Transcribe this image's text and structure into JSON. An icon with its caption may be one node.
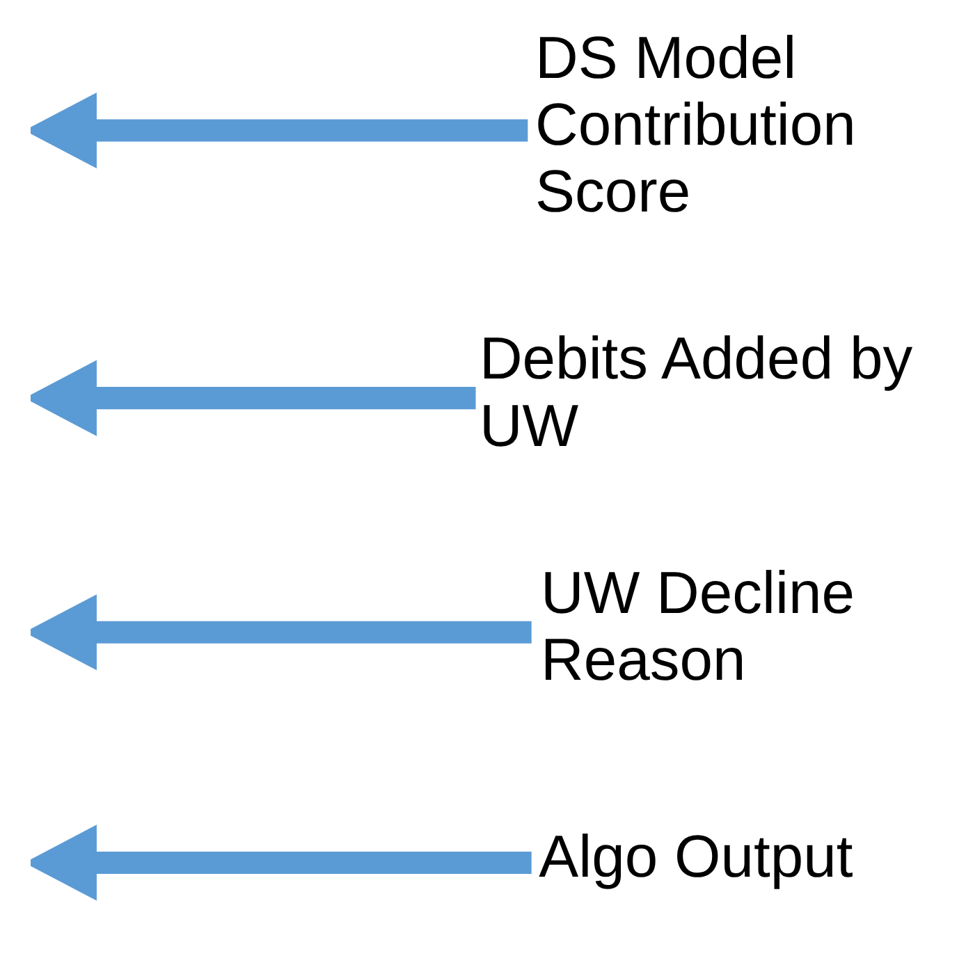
{
  "diagram": {
    "nodes": [
      {
        "text": [
          "Algo Output"
        ]
      },
      {
        "text": [
          "UW Decline Reason"
        ]
      },
      {
        "text": [
          "Debits Added by UW"
        ]
      },
      {
        "text": [
          "DS Model Contribution Score"
        ]
      }
    ],
    "edges": [
      {
        "from": 0,
        "to": null,
        "arrow": "to"
      },
      {
        "from": 1,
        "to": null,
        "arrow": "to"
      },
      {
        "from": 2,
        "to": null,
        "arrow": "to"
      },
      {
        "from": 3,
        "to": null,
        "arrow": "to"
      }
    ]
  }
}
